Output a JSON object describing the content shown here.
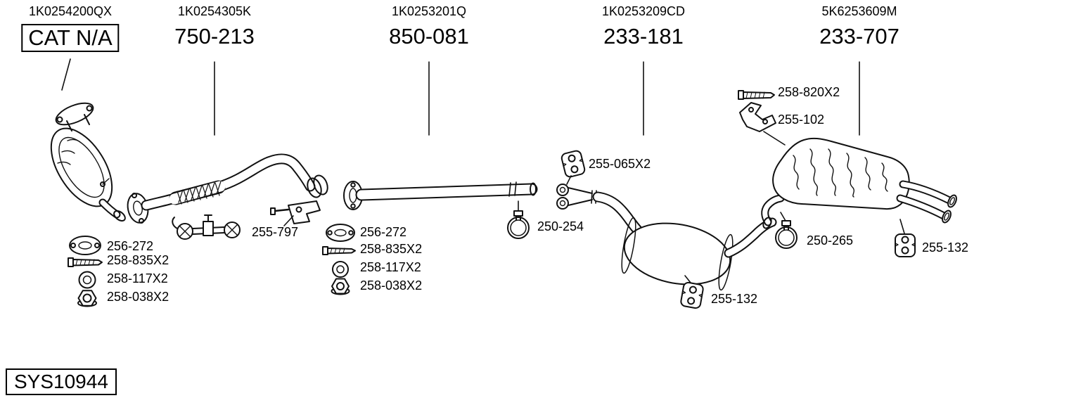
{
  "system_code": "SYS10944",
  "colors": {
    "line": "#111111",
    "background": "#ffffff",
    "text": "#000000"
  },
  "groups": [
    {
      "oem": "1K0254200QX",
      "part": "CAT N/A"
    },
    {
      "oem": "1K0254305K",
      "part": "750-213"
    },
    {
      "oem": "1K0253201Q",
      "part": "850-081"
    },
    {
      "oem": "1K0253209CD",
      "part": "233-181"
    },
    {
      "oem": "5K6253609M",
      "part": "233-707"
    }
  ],
  "callouts": [
    {
      "label": "256-272",
      "icon": "gasket-icon"
    },
    {
      "label": "258-835X2",
      "icon": "bolt-icon"
    },
    {
      "label": "258-117X2",
      "icon": "washer-icon"
    },
    {
      "label": "258-038X2",
      "icon": "nut-icon"
    },
    {
      "label": "255-797",
      "icon": "bracket-icon"
    },
    {
      "label": "256-272",
      "icon": "gasket-icon"
    },
    {
      "label": "258-835X2",
      "icon": "bolt-icon"
    },
    {
      "label": "258-117X2",
      "icon": "washer-icon"
    },
    {
      "label": "258-038X2",
      "icon": "nut-icon"
    },
    {
      "label": "255-065X2",
      "icon": "rubber-hanger-icon"
    },
    {
      "label": "250-254",
      "icon": "clamp-icon"
    },
    {
      "label": "255-132",
      "icon": "rubber-hanger-icon"
    },
    {
      "label": "258-820X2",
      "icon": "bolt-icon"
    },
    {
      "label": "255-102",
      "icon": "bracket-icon"
    },
    {
      "label": "250-265",
      "icon": "clamp-icon"
    },
    {
      "label": "255-132",
      "icon": "rubber-hanger-icon"
    }
  ]
}
